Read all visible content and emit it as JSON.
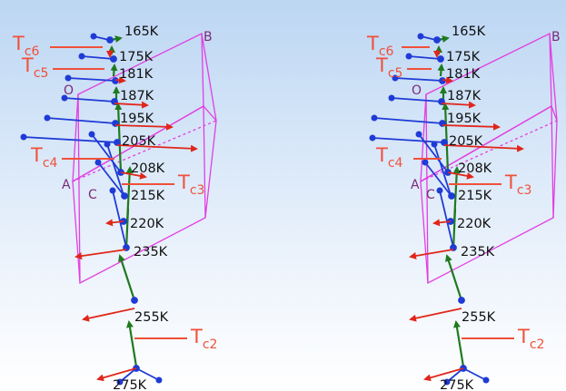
{
  "temps": [
    "165K",
    "175K",
    "181K",
    "187K",
    "195K",
    "205K",
    "208K",
    "215K",
    "220K",
    "235K",
    "255K",
    "275K"
  ],
  "transitions": [
    {
      "main": "T",
      "sub": "c6"
    },
    {
      "main": "T",
      "sub": "c5"
    },
    {
      "main": "T",
      "sub": "c4"
    },
    {
      "main": "T",
      "sub": "c3"
    },
    {
      "main": "T",
      "sub": "c2"
    }
  ],
  "planes": [
    "B",
    "O",
    "A",
    "C"
  ],
  "colors": {
    "blue": "#1f3bd6",
    "red": "#e0261a",
    "green": "#1f7a1f",
    "plane": "#e23ee2",
    "tc": "#f0503a"
  }
}
